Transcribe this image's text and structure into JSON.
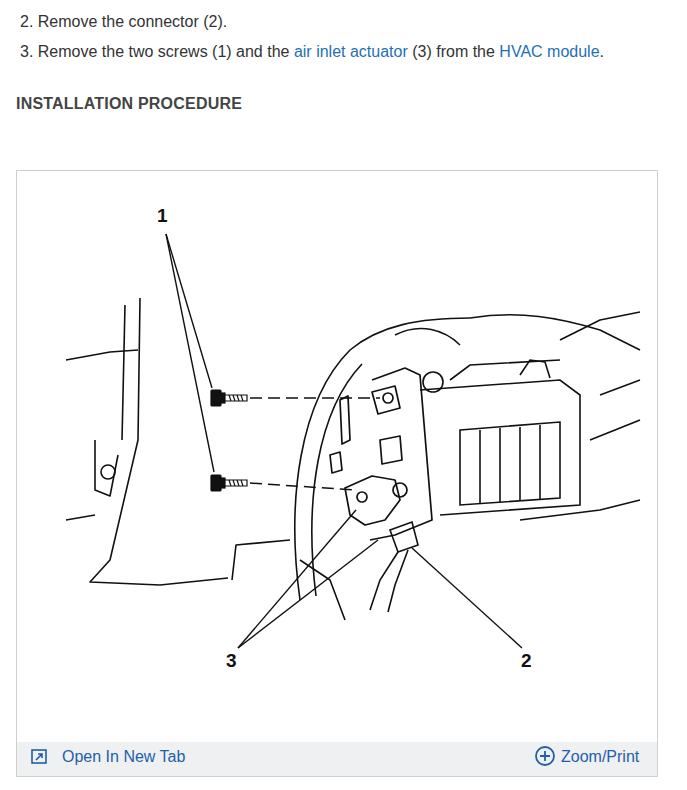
{
  "diagram": {
    "title": "INSTALLATION PROCEDURE",
    "labels": [
      "2. Remove the connector (2).",
      "3. Remove the two screws (1) and the",
      "air inlet actuator",
      "(3) from the",
      "HVAC module",
      ".",
      "1",
      "3",
      "2",
      "Open In New Tab",
      "Zoom/Print"
    ]
  }
}
